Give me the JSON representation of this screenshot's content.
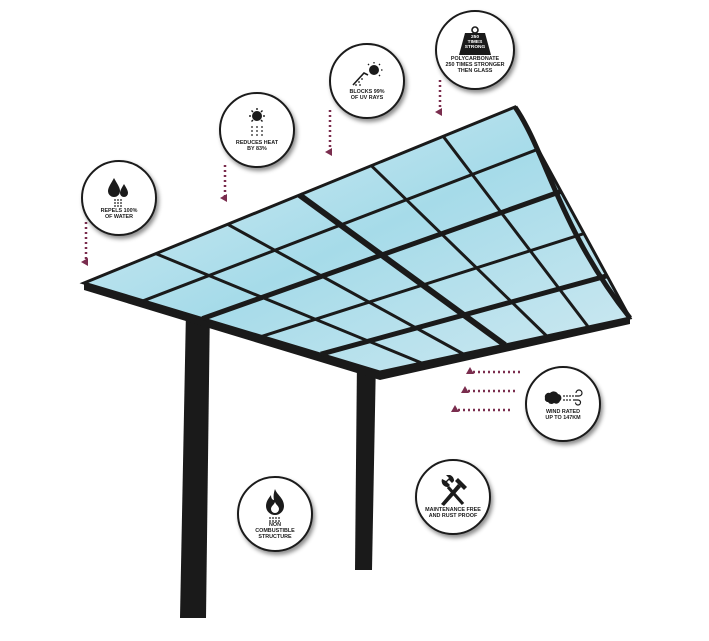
{
  "features": {
    "water": {
      "icon": "water-drops-icon",
      "lines": [
        "REPELS 100%",
        "OF WATER"
      ]
    },
    "heat": {
      "icon": "sun-heat-icon",
      "lines": [
        "REDUCES HEAT",
        "BY 83%"
      ]
    },
    "uv": {
      "icon": "uv-shield-icon",
      "lines": [
        "BLOCKS 99%",
        "OF UV RAYS"
      ]
    },
    "strength": {
      "icon": "weight-icon",
      "weight_label": "250\nTIMES\nSTRONG",
      "lines": [
        "POLYCARBONATE",
        "250 TIMES STRONGER",
        "THEN GLASS"
      ]
    },
    "wind": {
      "icon": "wind-icon",
      "lines": [
        "WIND RATED",
        "UP TO 147KM"
      ]
    },
    "fire": {
      "icon": "flame-icon",
      "lines": [
        "NON",
        "COMBUSTIBLE",
        "STRUCTURE"
      ]
    },
    "maintenance": {
      "icon": "tools-icon",
      "lines": [
        "MAINTENANCE FREE",
        "AND RUST PROOF"
      ]
    }
  },
  "colors": {
    "frame": "#1a1a1a",
    "panel": "#a8dcea",
    "arrow": "#7a2d4e"
  }
}
